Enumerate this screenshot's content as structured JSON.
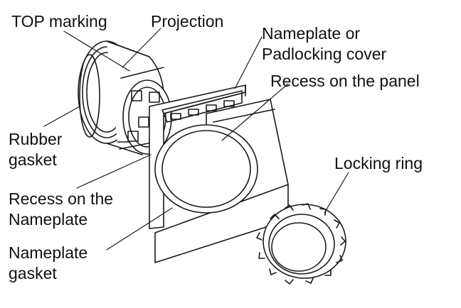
{
  "labels": {
    "top_marking": "TOP marking",
    "projection": "Projection",
    "nameplate_cover": [
      "Nameplate or",
      "Padlocking cover"
    ],
    "recess_panel": "Recess on the panel",
    "rubber_gasket": [
      "Rubber",
      "gasket"
    ],
    "recess_nameplate": [
      "Recess on the",
      "Nameplate"
    ],
    "nameplate_gasket": [
      "Nameplate",
      "gasket"
    ],
    "locking_ring": "Locking ring"
  },
  "colors": {
    "line": "#1a1a1a",
    "background": "#ffffff"
  }
}
